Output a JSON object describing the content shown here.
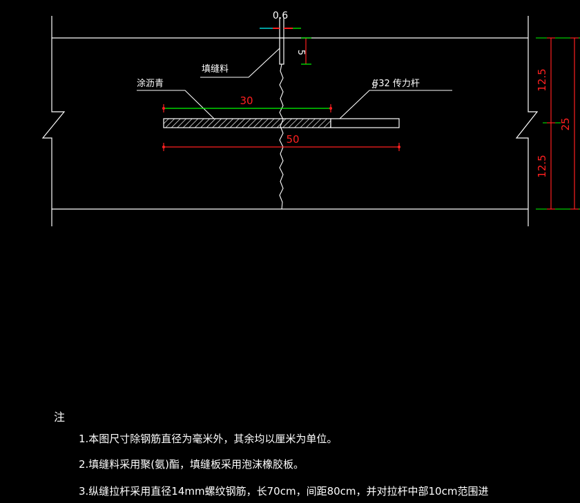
{
  "drawing": {
    "labels": {
      "gap_width": "0.6",
      "depth": "5",
      "sealant": "填缝料",
      "asphalt": "涂沥青",
      "bar": "∯32  传力杆",
      "coated_length": "30",
      "bar_length": "50",
      "half_thickness_top": "12.5",
      "half_thickness_bottom": "12.5",
      "thickness": "25"
    },
    "colors": {
      "lines": "#ffffff",
      "dimension_text": "#ff2020",
      "dimension_line_green": "#00ff00",
      "dimension_line_cyan": "#00ffff"
    }
  },
  "notes": {
    "heading": "注",
    "items": [
      "1.本图尺寸除钢筋直径为毫米外，其余均以厘米为单位。",
      "2.填缝料采用聚(氨)酯，填缝板采用泡沫橡胶板。",
      "3.纵缝拉杆采用直径14mm螺纹钢筋，长70cm，间距80cm，并对拉杆中部10cm范围进"
    ]
  }
}
